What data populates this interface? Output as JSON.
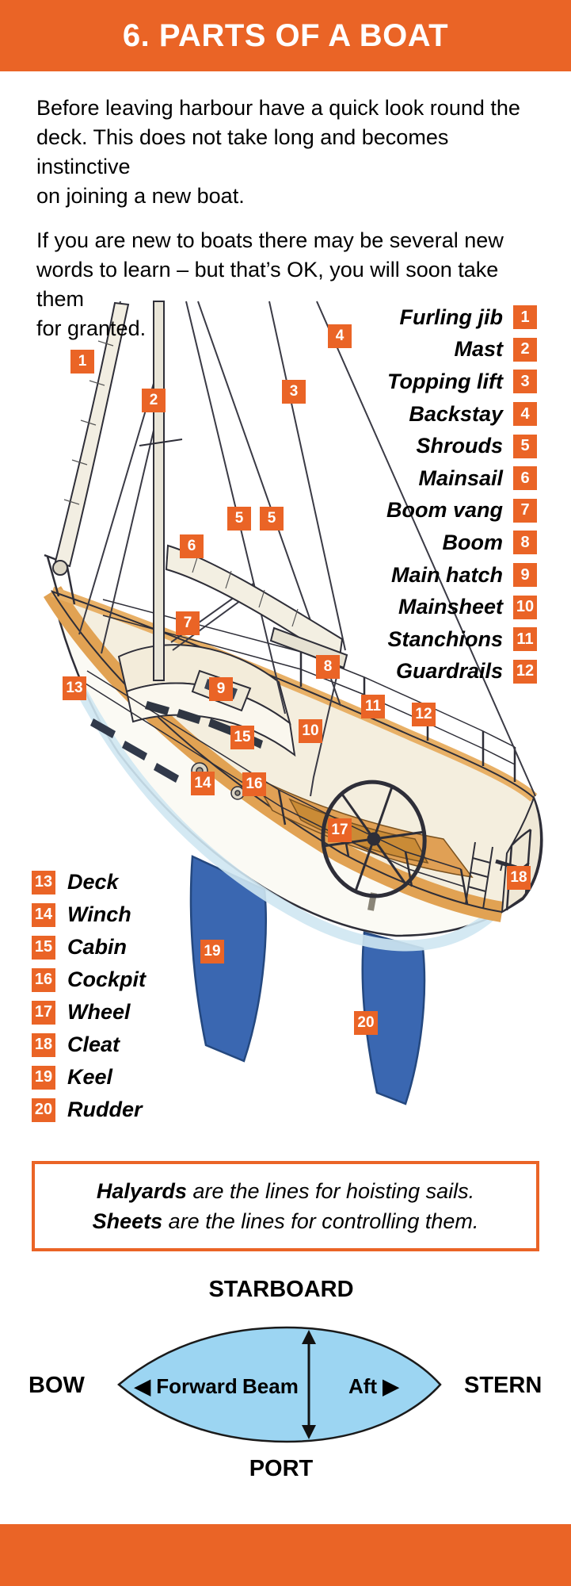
{
  "header": {
    "title": "6. PARTS OF A BOAT"
  },
  "intro": {
    "p1": [
      "Before leaving harbour have a quick look round the",
      "deck. This does not take long and becomes instinctive",
      "on joining a new boat."
    ],
    "p2": [
      "If you are new to boats there may be several new",
      "words to learn – but that’s OK, you will soon take them",
      "for granted."
    ]
  },
  "parts_right": [
    {
      "num": "1",
      "label": "Furling jib"
    },
    {
      "num": "2",
      "label": "Mast"
    },
    {
      "num": "3",
      "label": "Topping lift"
    },
    {
      "num": "4",
      "label": "Backstay"
    },
    {
      "num": "5",
      "label": "Shrouds"
    },
    {
      "num": "6",
      "label": "Mainsail"
    },
    {
      "num": "7",
      "label": "Boom vang"
    },
    {
      "num": "8",
      "label": "Boom"
    },
    {
      "num": "9",
      "label": "Main hatch"
    },
    {
      "num": "10",
      "label": "Mainsheet"
    },
    {
      "num": "11",
      "label": "Stanchions"
    },
    {
      "num": "12",
      "label": "Guardrails"
    }
  ],
  "parts_left": [
    {
      "num": "13",
      "label": "Deck"
    },
    {
      "num": "14",
      "label": "Winch"
    },
    {
      "num": "15",
      "label": "Cabin"
    },
    {
      "num": "16",
      "label": "Cockpit"
    },
    {
      "num": "17",
      "label": "Wheel"
    },
    {
      "num": "18",
      "label": "Cleat"
    },
    {
      "num": "19",
      "label": "Keel"
    },
    {
      "num": "20",
      "label": "Rudder"
    }
  ],
  "diagram_markers": [
    {
      "n": "1"
    },
    {
      "n": "2"
    },
    {
      "n": "3"
    },
    {
      "n": "4"
    },
    {
      "n": "5"
    },
    {
      "n": "5"
    },
    {
      "n": "6"
    },
    {
      "n": "7"
    },
    {
      "n": "8"
    },
    {
      "n": "9"
    },
    {
      "n": "10"
    },
    {
      "n": "11"
    },
    {
      "n": "12"
    },
    {
      "n": "13"
    },
    {
      "n": "14"
    },
    {
      "n": "15"
    },
    {
      "n": "16"
    },
    {
      "n": "17"
    },
    {
      "n": "18"
    },
    {
      "n": "19"
    },
    {
      "n": "20"
    }
  ],
  "note": {
    "l1_term": "Halyards",
    "l1_rest": " are the lines for hoisting sails.",
    "l2_term": "Sheets",
    "l2_rest": " are the lines for controlling them."
  },
  "direction": {
    "top": "STARBOARD",
    "bottom": "PORT",
    "left": "BOW",
    "right": "STERN",
    "forward": "◀ Forward",
    "beam": "Beam",
    "aft": "Aft ▶"
  },
  "colors": {
    "accent": "#EA6426",
    "keel_blue": "#3A67B1",
    "plan_fill": "#9CD5F2"
  }
}
